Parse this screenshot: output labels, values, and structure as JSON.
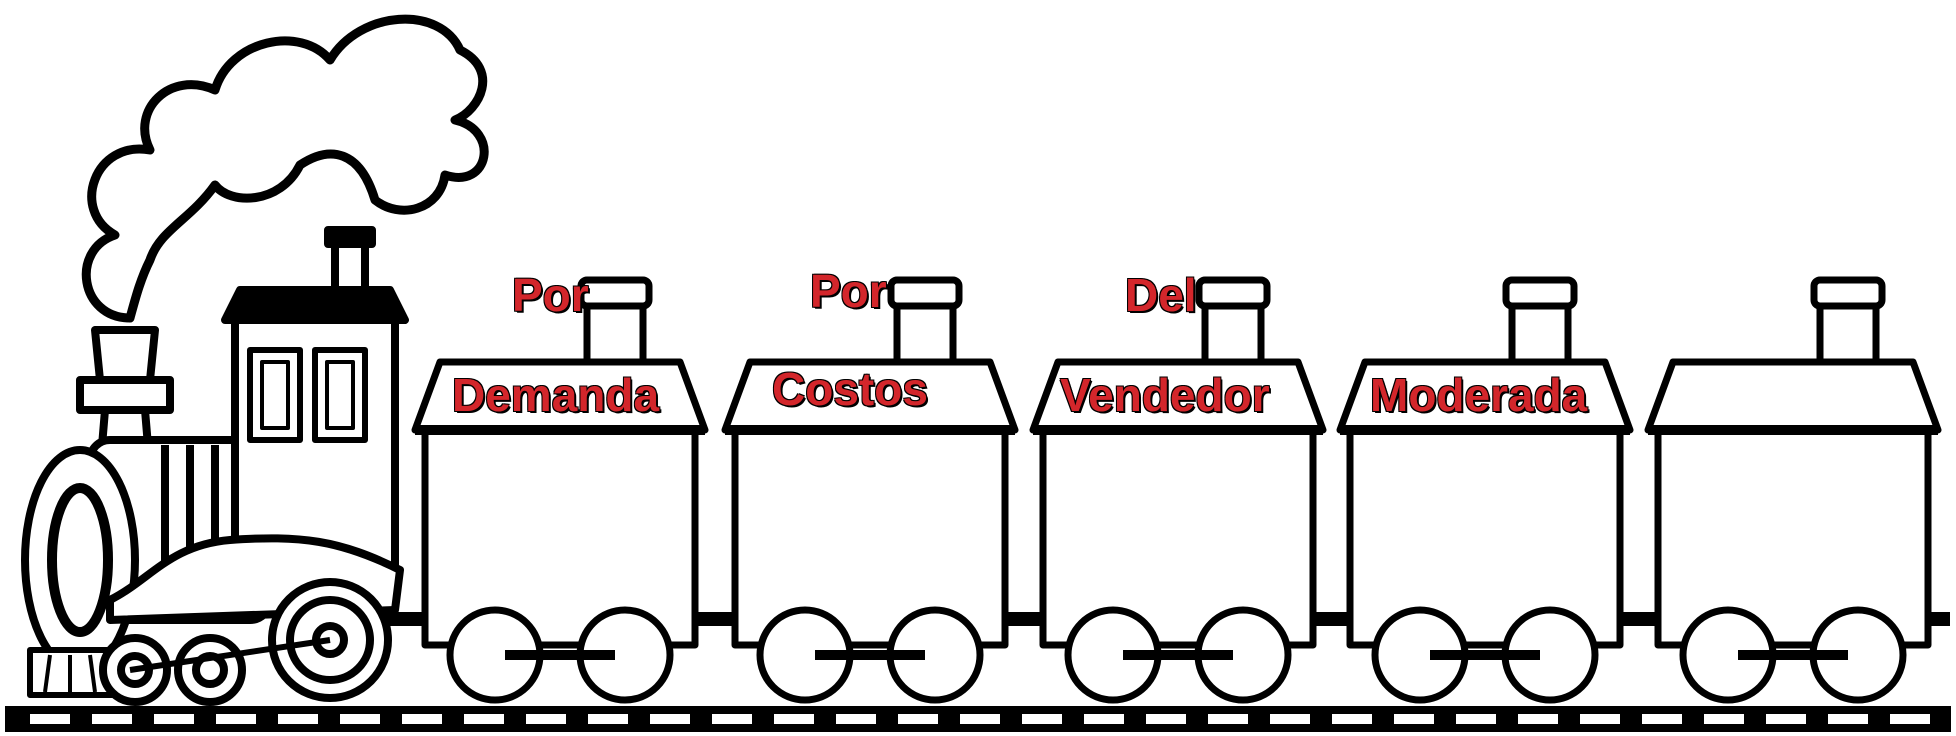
{
  "colors": {
    "ink": "#000000",
    "paper": "#ffffff",
    "label": "#d3262b"
  },
  "cars": [
    {
      "top_label": "Por",
      "bottom_label": "Demanda"
    },
    {
      "top_label": "Por",
      "bottom_label": "Costos"
    },
    {
      "top_label": "Del",
      "bottom_label": "Vendedor"
    },
    {
      "top_label": "",
      "bottom_label": "Moderada"
    },
    {
      "top_label": "",
      "bottom_label": ""
    }
  ]
}
